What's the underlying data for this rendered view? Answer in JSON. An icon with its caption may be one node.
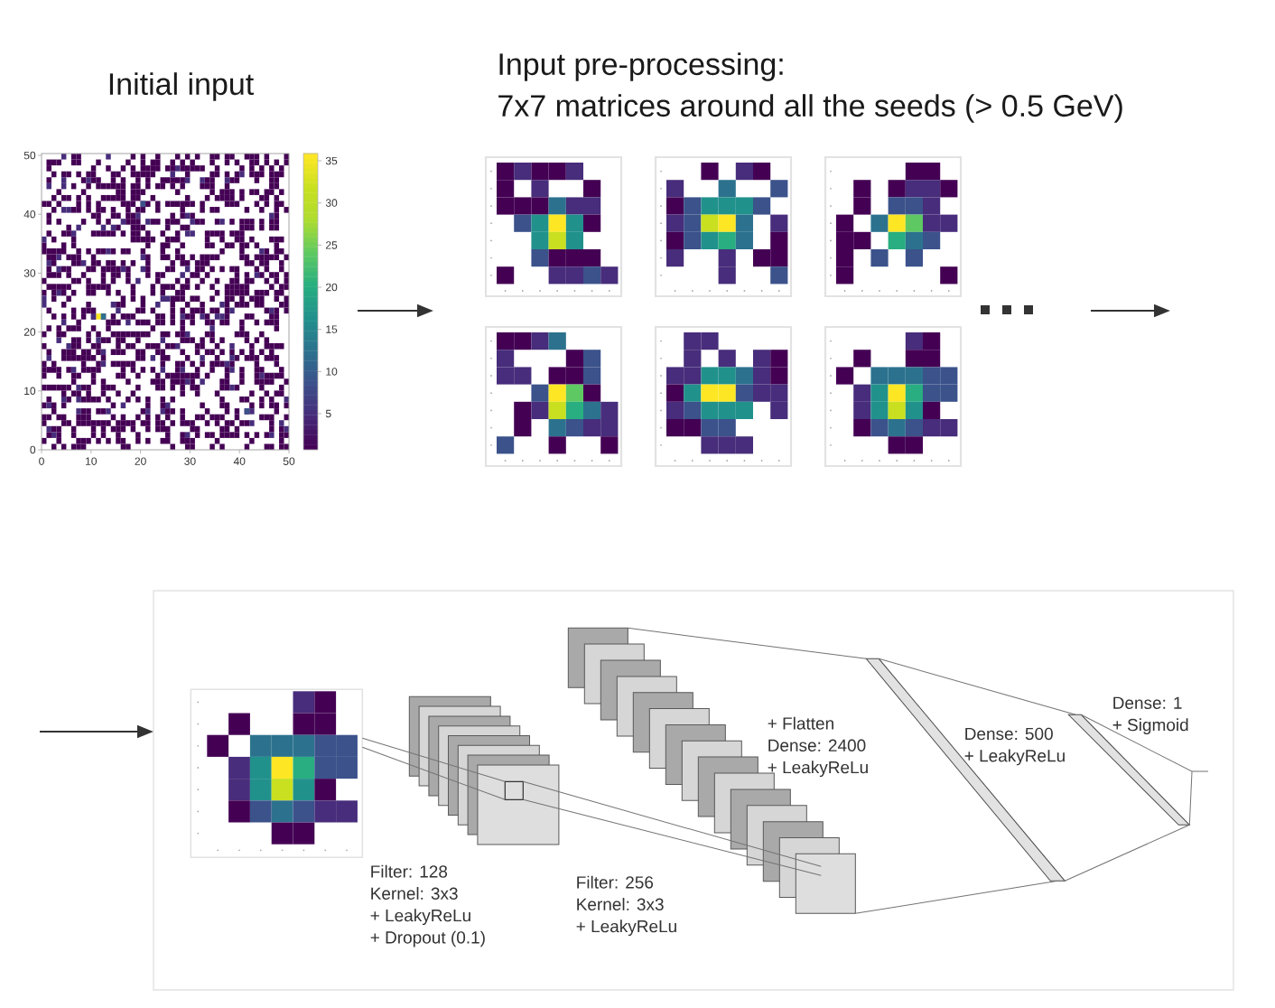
{
  "diagram": {
    "nodes": [
      {
        "text": [
          "Initial input"
        ]
      },
      {
        "text": [
          "Input pre-processing:",
          "7x7 matrices around all the seeds (> 0.5 GeV)"
        ]
      },
      {
        "text": [],
        "shape": "box"
      },
      {
        "text": [],
        "shape": "picture",
        "in": 2
      },
      {
        "text": [
          "Filter: 128",
          "Kernel: 3x3",
          "+ LeakyReLu",
          "+ Dropout (0.1)"
        ],
        "in": 2
      },
      {
        "text": [
          "Filter: 256",
          "Kernel: 3x3",
          "+ LeakyReLu",
          "+ Flatten",
          "Dense: 2400",
          "+ LeakyReLu"
        ],
        "in": 2
      },
      {
        "text": [
          "Dense: 500",
          "+ LeakyReLu"
        ],
        "in": 2
      },
      {
        "text": [
          "Dense: 1",
          "+ Sigmoid"
        ],
        "in": 2
      }
    ],
    "edges": [
      {
        "from": 0,
        "to": 1,
        "arrow": "to"
      },
      {
        "from": 1,
        "to": null,
        "arrow": "to"
      },
      {
        "from": null,
        "to": 2,
        "arrow": "to"
      },
      {
        "from": 3,
        "to": 4,
        "arrow": "none"
      },
      {
        "from": 4,
        "to": 5,
        "arrow": "none"
      },
      {
        "from": 5,
        "to": 6,
        "arrow": "none"
      },
      {
        "from": 6,
        "to": 7,
        "arrow": "none"
      },
      {
        "from": 7,
        "to": null,
        "arrow": "none"
      }
    ],
    "labels": [
      "50",
      "40",
      "30",
      "20",
      "10",
      "0",
      "35",
      "30",
      "25",
      "20",
      "15",
      "10",
      "5",
      "0",
      "10",
      "20",
      "30",
      "40",
      "50"
    ]
  }
}
